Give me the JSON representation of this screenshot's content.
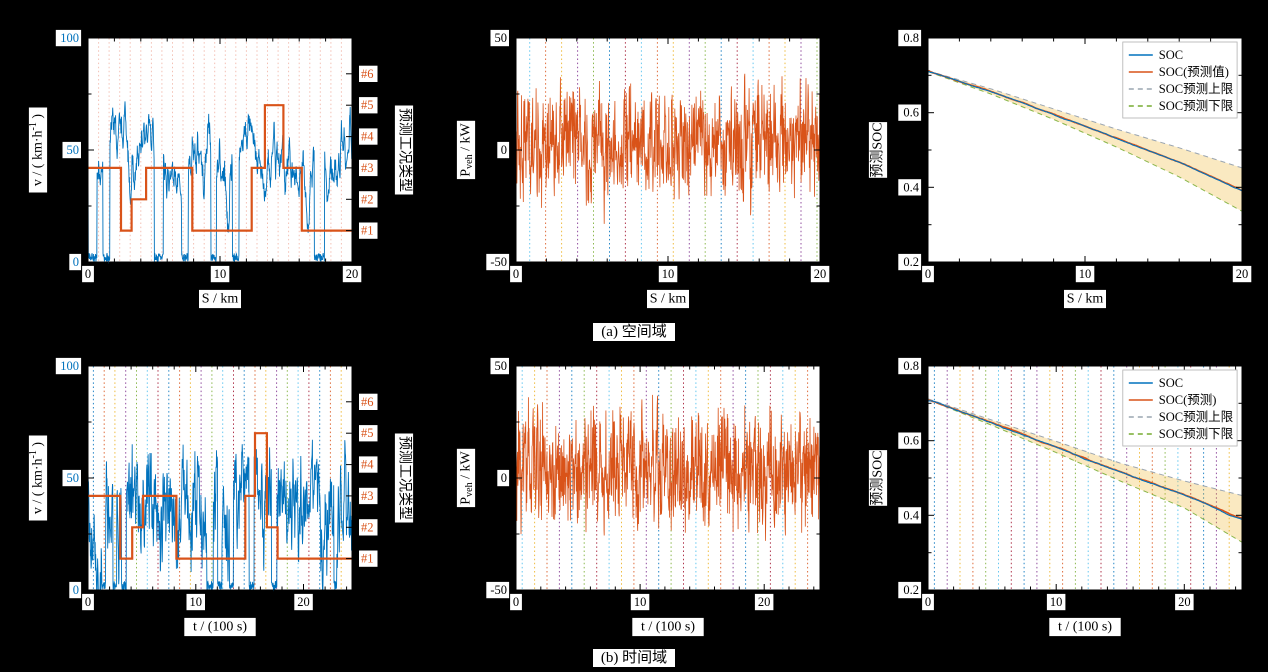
{
  "captions": {
    "a": "(a) 空间域",
    "b": "(b) 时间域"
  },
  "figure_colors": {
    "background": "#000000",
    "plot_background": "#ffffff",
    "blue": "#0072BD",
    "orange": "#D95319",
    "yellow": "#EDB120",
    "purple": "#7E2F8E",
    "green": "#77AC30",
    "cyan": "#4DBEEE",
    "red": "#A2142F"
  },
  "chart_data": [
    {
      "id": "spatial-velocity",
      "type": "line",
      "xlabel": "S / km",
      "ylabel": "v / ( km·h^[-1] )",
      "ylabel_right": "预测工况类型",
      "xlim": [
        0,
        20
      ],
      "ylim": [
        0,
        100
      ],
      "xticks": [
        0,
        10,
        20
      ],
      "xminor": [
        2,
        4,
        6,
        8,
        12,
        14,
        16,
        18
      ],
      "yticks": [
        0,
        50,
        100
      ],
      "yminor": [
        25,
        75
      ],
      "ytick_color": "#0072BD",
      "right_axis": {
        "labels": [
          "#1",
          "#2",
          "#3",
          "#4",
          "#5",
          "#6"
        ],
        "values": [
          14,
          28,
          42,
          56,
          70,
          84
        ],
        "color": "#D95319"
      },
      "vlines": {
        "xs": [
          0.8,
          1.6,
          2.4,
          3.2,
          4,
          4.8,
          5.6,
          6.4,
          7.2,
          8,
          8.8,
          9.6,
          10.4,
          11.2,
          12,
          12.8,
          13.6,
          14.4,
          15.2,
          16,
          16.8,
          17.6,
          18.4,
          19.2
        ],
        "colors": [
          "#E8826B"
        ],
        "opacity": 0.5
      },
      "series": [
        {
          "kind": "noise",
          "name": "velocity",
          "seed": 7,
          "n": 900,
          "base": 42,
          "step": 9,
          "revert": 0.045,
          "spike": 44,
          "smooth": 2,
          "clip": [
            0,
            86
          ],
          "dropouts": {
            "count": 7,
            "minLen": 12,
            "maxLen": 40
          },
          "color": "#0072BD",
          "width": 0.9
        },
        {
          "kind": "steps",
          "name": "predicted-condition-type",
          "scale": 14,
          "points": [
            [
              0,
              3
            ],
            [
              2.5,
              1
            ],
            [
              3.3,
              2
            ],
            [
              4.4,
              3
            ],
            [
              7.9,
              1
            ],
            [
              12.4,
              3
            ],
            [
              13.4,
              5
            ],
            [
              14.8,
              3
            ],
            [
              16.2,
              1
            ]
          ],
          "end": 20,
          "color": "#D95319",
          "width": 2.2
        }
      ]
    },
    {
      "id": "spatial-power",
      "type": "line",
      "xlabel": "S / km",
      "ylabel": "P_[veh] / kW",
      "xlim": [
        0,
        20
      ],
      "ylim": [
        -50,
        50
      ],
      "xticks": [
        0,
        10,
        20
      ],
      "xminor": [
        2,
        4,
        6,
        8,
        12,
        14,
        16,
        18
      ],
      "yticks": [
        -50,
        0,
        50
      ],
      "yminor": [
        -25,
        25
      ],
      "vlines": {
        "xs": [
          0.9,
          1.95,
          3,
          4.05,
          5.1,
          6.15,
          7.2,
          8.25,
          9.3,
          10.35,
          11.4,
          12.45,
          13.5,
          14.55,
          15.6,
          16.65,
          17.7,
          18.75,
          19.8
        ],
        "colors": [
          "#4DBEEE",
          "#D95319",
          "#EDB120",
          "#7E2F8E",
          "#77AC30",
          "#0072BD",
          "#A2142F"
        ],
        "opacity": 0.85
      },
      "series": [
        {
          "kind": "noise",
          "name": "vehicle-power",
          "seed": 21,
          "n": 1000,
          "base": 3,
          "step": 60,
          "revert": 0.5,
          "spike": 26,
          "smooth": 0,
          "clip": [
            -47,
            47
          ],
          "color": "#D95319",
          "width": 0.8
        }
      ]
    },
    {
      "id": "spatial-soc",
      "type": "line",
      "xlabel": "S / km",
      "ylabel": "预测SOC",
      "xlim": [
        0,
        20
      ],
      "ylim": [
        0.2,
        0.8
      ],
      "xticks": [
        0,
        10,
        20
      ],
      "xminor": [
        2,
        4,
        6,
        8,
        12,
        14,
        16,
        18
      ],
      "yticks": [
        0.2,
        0.4,
        0.6,
        0.8
      ],
      "yminor": [
        0.3,
        0.5,
        0.7
      ],
      "series": [
        {
          "kind": "band",
          "fill": "#EDB120",
          "fillOpacity": 0.28,
          "upper": [
            [
              0,
              0.712
            ],
            [
              4,
              0.664
            ],
            [
              8,
              0.61
            ],
            [
              12,
              0.556
            ],
            [
              16,
              0.506
            ],
            [
              20,
              0.452
            ]
          ],
          "lower": [
            [
              0,
              0.71
            ],
            [
              4,
              0.65
            ],
            [
              8,
              0.582
            ],
            [
              12,
              0.508
            ],
            [
              16,
              0.428
            ],
            [
              20,
              0.336
            ]
          ]
        },
        {
          "kind": "line",
          "name": "soc-upper-bound",
          "points": [
            [
              0,
              0.712
            ],
            [
              4,
              0.664
            ],
            [
              8,
              0.61
            ],
            [
              12,
              0.556
            ],
            [
              16,
              0.506
            ],
            [
              20,
              0.452
            ]
          ],
          "color": "#9AA5B1",
          "width": 1,
          "dash": "5 4"
        },
        {
          "kind": "line",
          "name": "soc-lower-bound",
          "points": [
            [
              0,
              0.71
            ],
            [
              4,
              0.65
            ],
            [
              8,
              0.582
            ],
            [
              12,
              0.508
            ],
            [
              16,
              0.428
            ],
            [
              20,
              0.336
            ]
          ],
          "color": "#77AC30",
          "width": 1,
          "dash": "5 4",
          "opacity": 0.85
        },
        {
          "kind": "line",
          "name": "soc-predicted",
          "points": [
            [
              0,
              0.711
            ],
            [
              4,
              0.657
            ],
            [
              8,
              0.596
            ],
            [
              12,
              0.532
            ],
            [
              16,
              0.468
            ],
            [
              20,
              0.392
            ]
          ],
          "jitter": {
            "seed": 5,
            "amp": 0.004,
            "n": 260,
            "smooth": 5
          },
          "color": "#D95319",
          "width": 1.7
        },
        {
          "kind": "line",
          "name": "soc-actual",
          "points": [
            [
              0,
              0.711
            ],
            [
              4,
              0.656
            ],
            [
              8,
              0.595
            ],
            [
              12,
              0.531
            ],
            [
              16,
              0.467
            ],
            [
              20,
              0.39
            ]
          ],
          "jitter": {
            "seed": 9,
            "amp": 0.004,
            "n": 260,
            "smooth": 5
          },
          "color": "#0072BD",
          "width": 1.1
        }
      ],
      "legend": {
        "entries": [
          {
            "label": "SOC",
            "color": "#0072BD",
            "dash": false
          },
          {
            "label": "SOC(预测值)",
            "color": "#D95319",
            "dash": false
          },
          {
            "label": "SOC预测上限",
            "color": "#9AA5B1",
            "dash": true
          },
          {
            "label": "SOC预测下限",
            "color": "#77AC30",
            "dash": true
          }
        ]
      }
    },
    {
      "id": "temporal-velocity",
      "type": "line",
      "xlabel": "t / (100 s)",
      "ylabel": "v / ( km·h^[-1] )",
      "ylabel_right": "预测工况类型",
      "xlim": [
        0,
        24.5
      ],
      "ylim": [
        0,
        100
      ],
      "xticks": [
        0,
        10,
        20
      ],
      "xminor": [
        2,
        4,
        6,
        8,
        12,
        14,
        16,
        18,
        22,
        24
      ],
      "yticks": [
        0,
        50,
        100
      ],
      "yminor": [
        25,
        75
      ],
      "ytick_color": "#0072BD",
      "right_axis": {
        "labels": [
          "#1",
          "#2",
          "#3",
          "#4",
          "#5",
          "#6"
        ],
        "values": [
          14,
          28,
          42,
          56,
          70,
          84
        ],
        "color": "#D95319"
      },
      "vlines": {
        "xs": [
          0.5,
          1.5,
          2.5,
          3.5,
          4.5,
          5.5,
          6.5,
          7.5,
          8.5,
          9.5,
          10.5,
          11.5,
          12.5,
          13.5,
          14.5,
          15.5,
          16.5,
          17.5,
          18.5,
          19.5,
          20.5,
          21.5,
          22.5,
          23.5
        ],
        "colors": [
          "#0072BD",
          "#D95319",
          "#EDB120",
          "#7E2F8E",
          "#77AC30",
          "#4DBEEE",
          "#A2142F"
        ],
        "opacity": 0.85
      },
      "series": [
        {
          "kind": "noise",
          "name": "velocity",
          "seed": 13,
          "n": 1100,
          "base": 38,
          "step": 12,
          "revert": 0.04,
          "spike": 55,
          "smooth": 1,
          "clip": [
            0,
            92
          ],
          "dropouts": {
            "count": 9,
            "minLen": 10,
            "maxLen": 30
          },
          "color": "#0072BD",
          "width": 0.9
        },
        {
          "kind": "steps",
          "name": "predicted-condition-type",
          "scale": 14,
          "points": [
            [
              0,
              3
            ],
            [
              3,
              1
            ],
            [
              4.1,
              2
            ],
            [
              5.1,
              3
            ],
            [
              8.2,
              1
            ],
            [
              14.6,
              3
            ],
            [
              15.5,
              5
            ],
            [
              16.6,
              2
            ],
            [
              17.6,
              1
            ]
          ],
          "end": 24.5,
          "color": "#D95319",
          "width": 2.2
        }
      ]
    },
    {
      "id": "temporal-power",
      "type": "line",
      "xlabel": "t / (100 s)",
      "ylabel": "P_[veh] / kW",
      "xlim": [
        0,
        24.5
      ],
      "ylim": [
        -50,
        50
      ],
      "xticks": [
        0,
        10,
        20
      ],
      "xminor": [
        2,
        4,
        6,
        8,
        12,
        14,
        16,
        18,
        22,
        24
      ],
      "yticks": [
        -50,
        0,
        50
      ],
      "yminor": [
        -25,
        25
      ],
      "vlines": {
        "xs": [
          0.5,
          1.5,
          2.5,
          3.5,
          4.5,
          5.5,
          6.5,
          7.5,
          8.5,
          9.5,
          10.5,
          11.5,
          12.5,
          13.5,
          14.5,
          15.5,
          16.5,
          17.5,
          18.5,
          19.5,
          20.5,
          21.5,
          22.5,
          23.5
        ],
        "colors": [
          "#4DBEEE",
          "#EDB120",
          "#D95319",
          "#7E2F8E",
          "#0072BD",
          "#77AC30",
          "#A2142F"
        ],
        "opacity": 0.85
      },
      "series": [
        {
          "kind": "noise",
          "name": "vehicle-power",
          "seed": 33,
          "n": 1100,
          "base": 3,
          "step": 60,
          "revert": 0.5,
          "spike": 26,
          "smooth": 0,
          "clip": [
            -47,
            47
          ],
          "color": "#D95319",
          "width": 0.8
        }
      ]
    },
    {
      "id": "temporal-soc",
      "type": "line",
      "xlabel": "t / (100 s)",
      "ylabel": "预测SOC",
      "xlim": [
        0,
        24.5
      ],
      "ylim": [
        0.2,
        0.8
      ],
      "xticks": [
        0,
        10,
        20
      ],
      "xminor": [
        2,
        4,
        6,
        8,
        12,
        14,
        16,
        18,
        22,
        24
      ],
      "yticks": [
        0.2,
        0.4,
        0.6,
        0.8
      ],
      "yminor": [
        0.3,
        0.5,
        0.7
      ],
      "vlines": {
        "xs": [
          0.5,
          1.5,
          2.5,
          3.5,
          4.5,
          5.5,
          6.5,
          7.5,
          8.5,
          9.5,
          10.5,
          11.5,
          12.5,
          13.5,
          14.5,
          15.5,
          16.5,
          17.5,
          18.5,
          19.5,
          20.5,
          21.5,
          22.5,
          23.5
        ],
        "colors": [
          "#0072BD",
          "#7E2F8E",
          "#EDB120",
          "#D95319",
          "#77AC30",
          "#4DBEEE",
          "#A2142F"
        ],
        "opacity": 0.85
      },
      "series": [
        {
          "kind": "band",
          "fill": "#EDB120",
          "fillOpacity": 0.28,
          "upper": [
            [
              0,
              0.712
            ],
            [
              5,
              0.655
            ],
            [
              10,
              0.598
            ],
            [
              15,
              0.54
            ],
            [
              20,
              0.492
            ],
            [
              24.5,
              0.453
            ]
          ],
          "lower": [
            [
              0,
              0.71
            ],
            [
              5,
              0.641
            ],
            [
              10,
              0.568
            ],
            [
              15,
              0.492
            ],
            [
              20,
              0.42
            ],
            [
              24.5,
              0.328
            ]
          ]
        },
        {
          "kind": "line",
          "name": "soc-upper-bound",
          "points": [
            [
              0,
              0.712
            ],
            [
              5,
              0.655
            ],
            [
              10,
              0.598
            ],
            [
              15,
              0.54
            ],
            [
              20,
              0.492
            ],
            [
              24.5,
              0.453
            ]
          ],
          "color": "#9AA5B1",
          "width": 1,
          "dash": "5 4"
        },
        {
          "kind": "line",
          "name": "soc-lower-bound",
          "points": [
            [
              0,
              0.71
            ],
            [
              5,
              0.641
            ],
            [
              10,
              0.568
            ],
            [
              15,
              0.492
            ],
            [
              20,
              0.42
            ],
            [
              24.5,
              0.328
            ]
          ],
          "color": "#77AC30",
          "width": 1,
          "dash": "5 4",
          "opacity": 0.85
        },
        {
          "kind": "line",
          "name": "soc-predicted",
          "points": [
            [
              0,
              0.711
            ],
            [
              5,
              0.648
            ],
            [
              10,
              0.583
            ],
            [
              15,
              0.516
            ],
            [
              20,
              0.456
            ],
            [
              24.5,
              0.39
            ]
          ],
          "jitter": {
            "seed": 15,
            "amp": 0.005,
            "n": 280,
            "smooth": 5
          },
          "color": "#D95319",
          "width": 1.7
        },
        {
          "kind": "line",
          "name": "soc-actual",
          "points": [
            [
              0,
              0.711
            ],
            [
              5,
              0.647
            ],
            [
              10,
              0.582
            ],
            [
              15,
              0.515
            ],
            [
              20,
              0.455
            ],
            [
              24.5,
              0.388
            ]
          ],
          "jitter": {
            "seed": 19,
            "amp": 0.005,
            "n": 280,
            "smooth": 5
          },
          "color": "#0072BD",
          "width": 1.1
        }
      ],
      "legend": {
        "entries": [
          {
            "label": "SOC",
            "color": "#0072BD",
            "dash": false
          },
          {
            "label": "SOC(预测)",
            "color": "#D95319",
            "dash": false
          },
          {
            "label": "SOC预测上限",
            "color": "#9AA5B1",
            "dash": true
          },
          {
            "label": "SOC预测下限",
            "color": "#77AC30",
            "dash": true
          }
        ]
      }
    }
  ]
}
